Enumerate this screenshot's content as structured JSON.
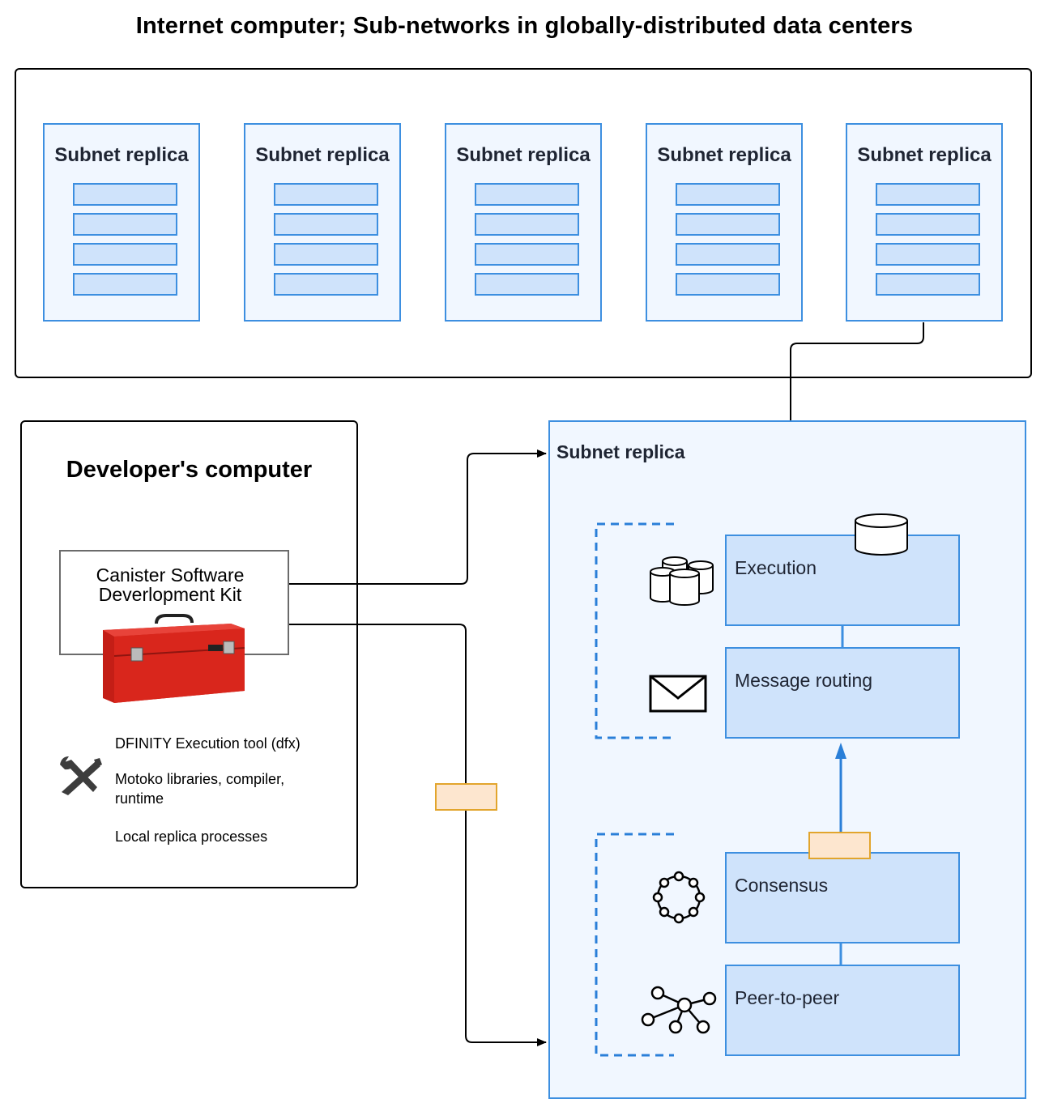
{
  "title": "Internet computer; Sub-networks in globally-distributed data centers",
  "subnet_replicas": [
    {
      "label": "Subnet replica"
    },
    {
      "label": "Subnet replica"
    },
    {
      "label": "Subnet replica"
    },
    {
      "label": "Subnet replica"
    },
    {
      "label": "Subnet replica"
    }
  ],
  "developer": {
    "title": "Developer's computer",
    "sdk_line1": "Canister Software",
    "sdk_line2": "Deverlopment Kit",
    "tools": [
      "DFINITY Execution tool (dfx)",
      "Motoko libraries, compiler,",
      "runtime",
      "Local replica processes"
    ]
  },
  "replica_detail": {
    "label": "Subnet replica",
    "components": {
      "execution": "Execution",
      "message_routing": "Message routing",
      "consensus": "Consensus",
      "peer_to_peer": "Peer-to-peer"
    }
  },
  "icons": [
    "database-icon",
    "envelope-icon",
    "ring-network-icon",
    "mesh-network-icon",
    "tools-icon",
    "toolbox-image",
    "cylinder-icon"
  ],
  "colors": {
    "accent_blue": "#3d8fe0",
    "box_fill": "#f1f7ff",
    "bar_fill": "#cfe3fb",
    "tag_fill": "#fde6cf",
    "tag_border": "#e2a52d",
    "toolbox_red": "#d9261c"
  }
}
